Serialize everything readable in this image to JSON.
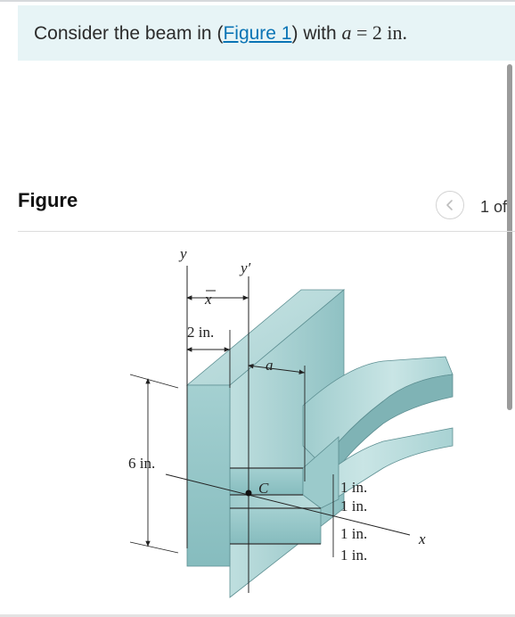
{
  "problem": {
    "prefix": "Consider the beam in (",
    "link_label": "Figure 1",
    "suffix": ") with ",
    "var": "a",
    "equals": " = 2 in."
  },
  "figure_panel": {
    "heading": "Figure",
    "page_indicator": "1 of",
    "prev_icon": "chevron-left-icon"
  },
  "figure": {
    "labels": {
      "y": "y",
      "y_prime": "y′",
      "x_bar": "x",
      "dim_2in": "2 in.",
      "a": "a",
      "dim_6in": "6 in.",
      "C": "C",
      "dim_1in_1": "1 in.",
      "dim_1in_2": "1 in.",
      "dim_1in_3": "1 in.",
      "dim_1in_4": "1 in.",
      "x": "x"
    },
    "colors": {
      "face_light": "#a8d3d3",
      "face_mid": "#8cc0c2",
      "face_dark": "#6fa7aa",
      "top_light": "#c4e2e2"
    }
  }
}
